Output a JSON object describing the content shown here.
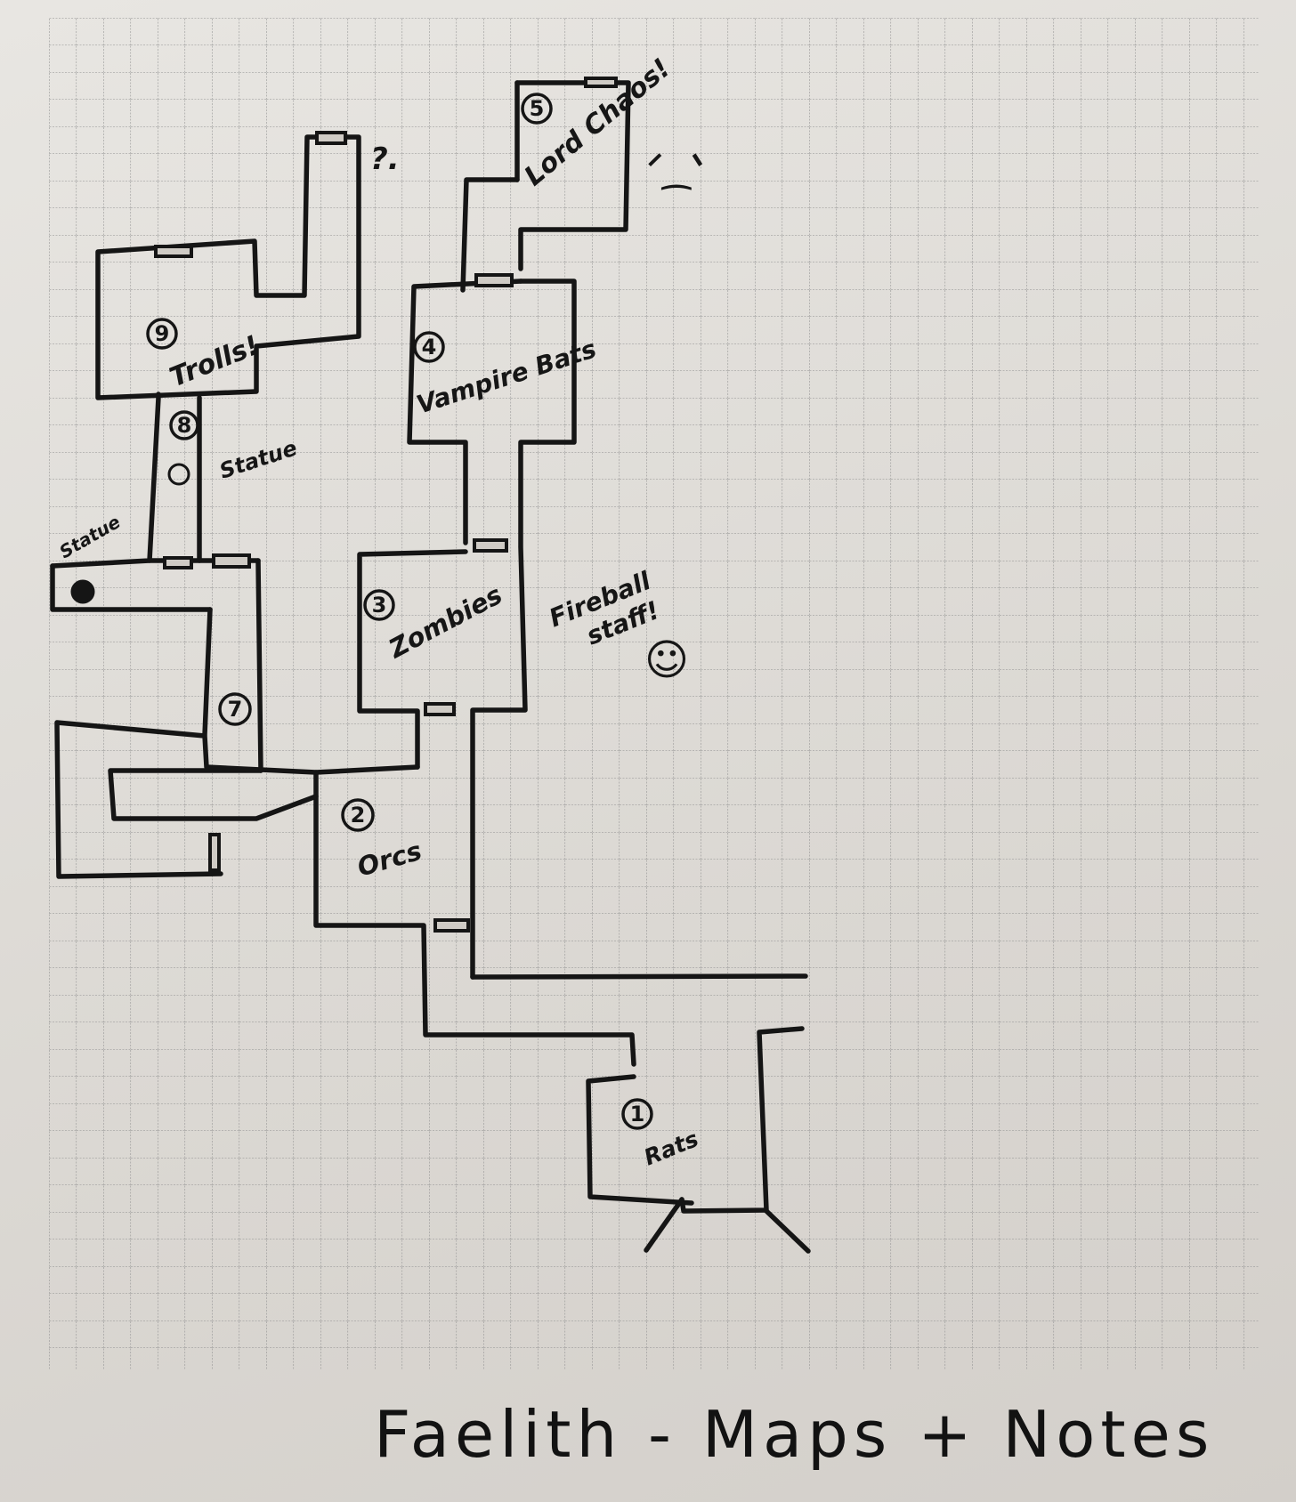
{
  "title": "Faelith - Maps + Notes",
  "rooms": [
    {
      "number": "1",
      "label": "Rats"
    },
    {
      "number": "2",
      "label": "Orcs"
    },
    {
      "number": "3",
      "label": "Zombies"
    },
    {
      "number": "4",
      "label": "Vampire Bats"
    },
    {
      "number": "5",
      "label": "Lord Chaos!"
    },
    {
      "number": "7",
      "label": ""
    },
    {
      "number": "8",
      "label": "Statue"
    },
    {
      "number": "9",
      "label": "Trolls!"
    }
  ],
  "notes": {
    "question": "?.",
    "statue_left": "Statue",
    "fireball_line1": "Fireball",
    "fireball_line2": "staff!",
    "frown": "ᐟ⁔ᐠ",
    "smile": "☺"
  },
  "colors": {
    "ink": "#151515",
    "paper": "#e3e0dc",
    "grid": "#9a9a9a"
  }
}
